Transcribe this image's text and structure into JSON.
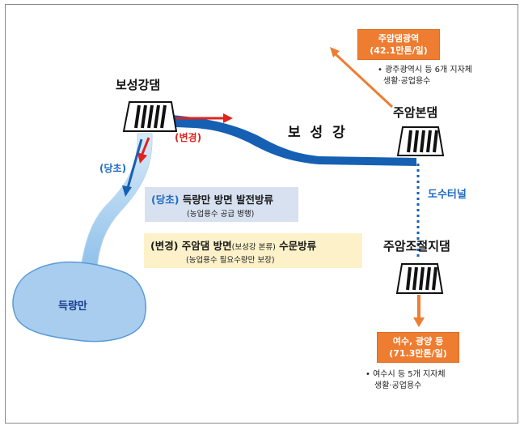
{
  "dams": {
    "boseong": "보성강댐",
    "juam_main": "주암본댐",
    "juam_regulating": "주암조절지댐"
  },
  "river": "보 성 강",
  "tunnel": "도수터널",
  "lake": "득량만",
  "labels": {
    "original": "(당초)",
    "changed": "(변경)"
  },
  "info_original": {
    "tag": "(당초)",
    "text": " 득량만 방면 발전방류",
    "sub": "(농업용수 공급 병행)"
  },
  "info_changed": {
    "tag": "(변경)",
    "text_a": " 주암댐 방면",
    "text_paren": "(보성강 본류)",
    "text_b": " 수문방류",
    "sub": "(농업용수 필요수량만 보장)"
  },
  "destinations": {
    "gwangju": {
      "title": "주암댐광역",
      "amount": "(42.1만톤/일)",
      "note_line1": "광주광역시 등 6개 지자체",
      "note_line2": "생활·공업용수"
    },
    "yeosu": {
      "title": "여수, 광양 등",
      "amount": "(71.3만톤/일)",
      "note_line1": "여수시 등 5개 지자체",
      "note_line2": "생활·공업용수"
    }
  },
  "colors": {
    "river_blue": "#1660b3",
    "light_blue": "#a9cdee",
    "red": "#e0231c",
    "orange": "#ee7d31",
    "original_box": "#d7e1f0",
    "changed_box": "#fdf1c9"
  }
}
